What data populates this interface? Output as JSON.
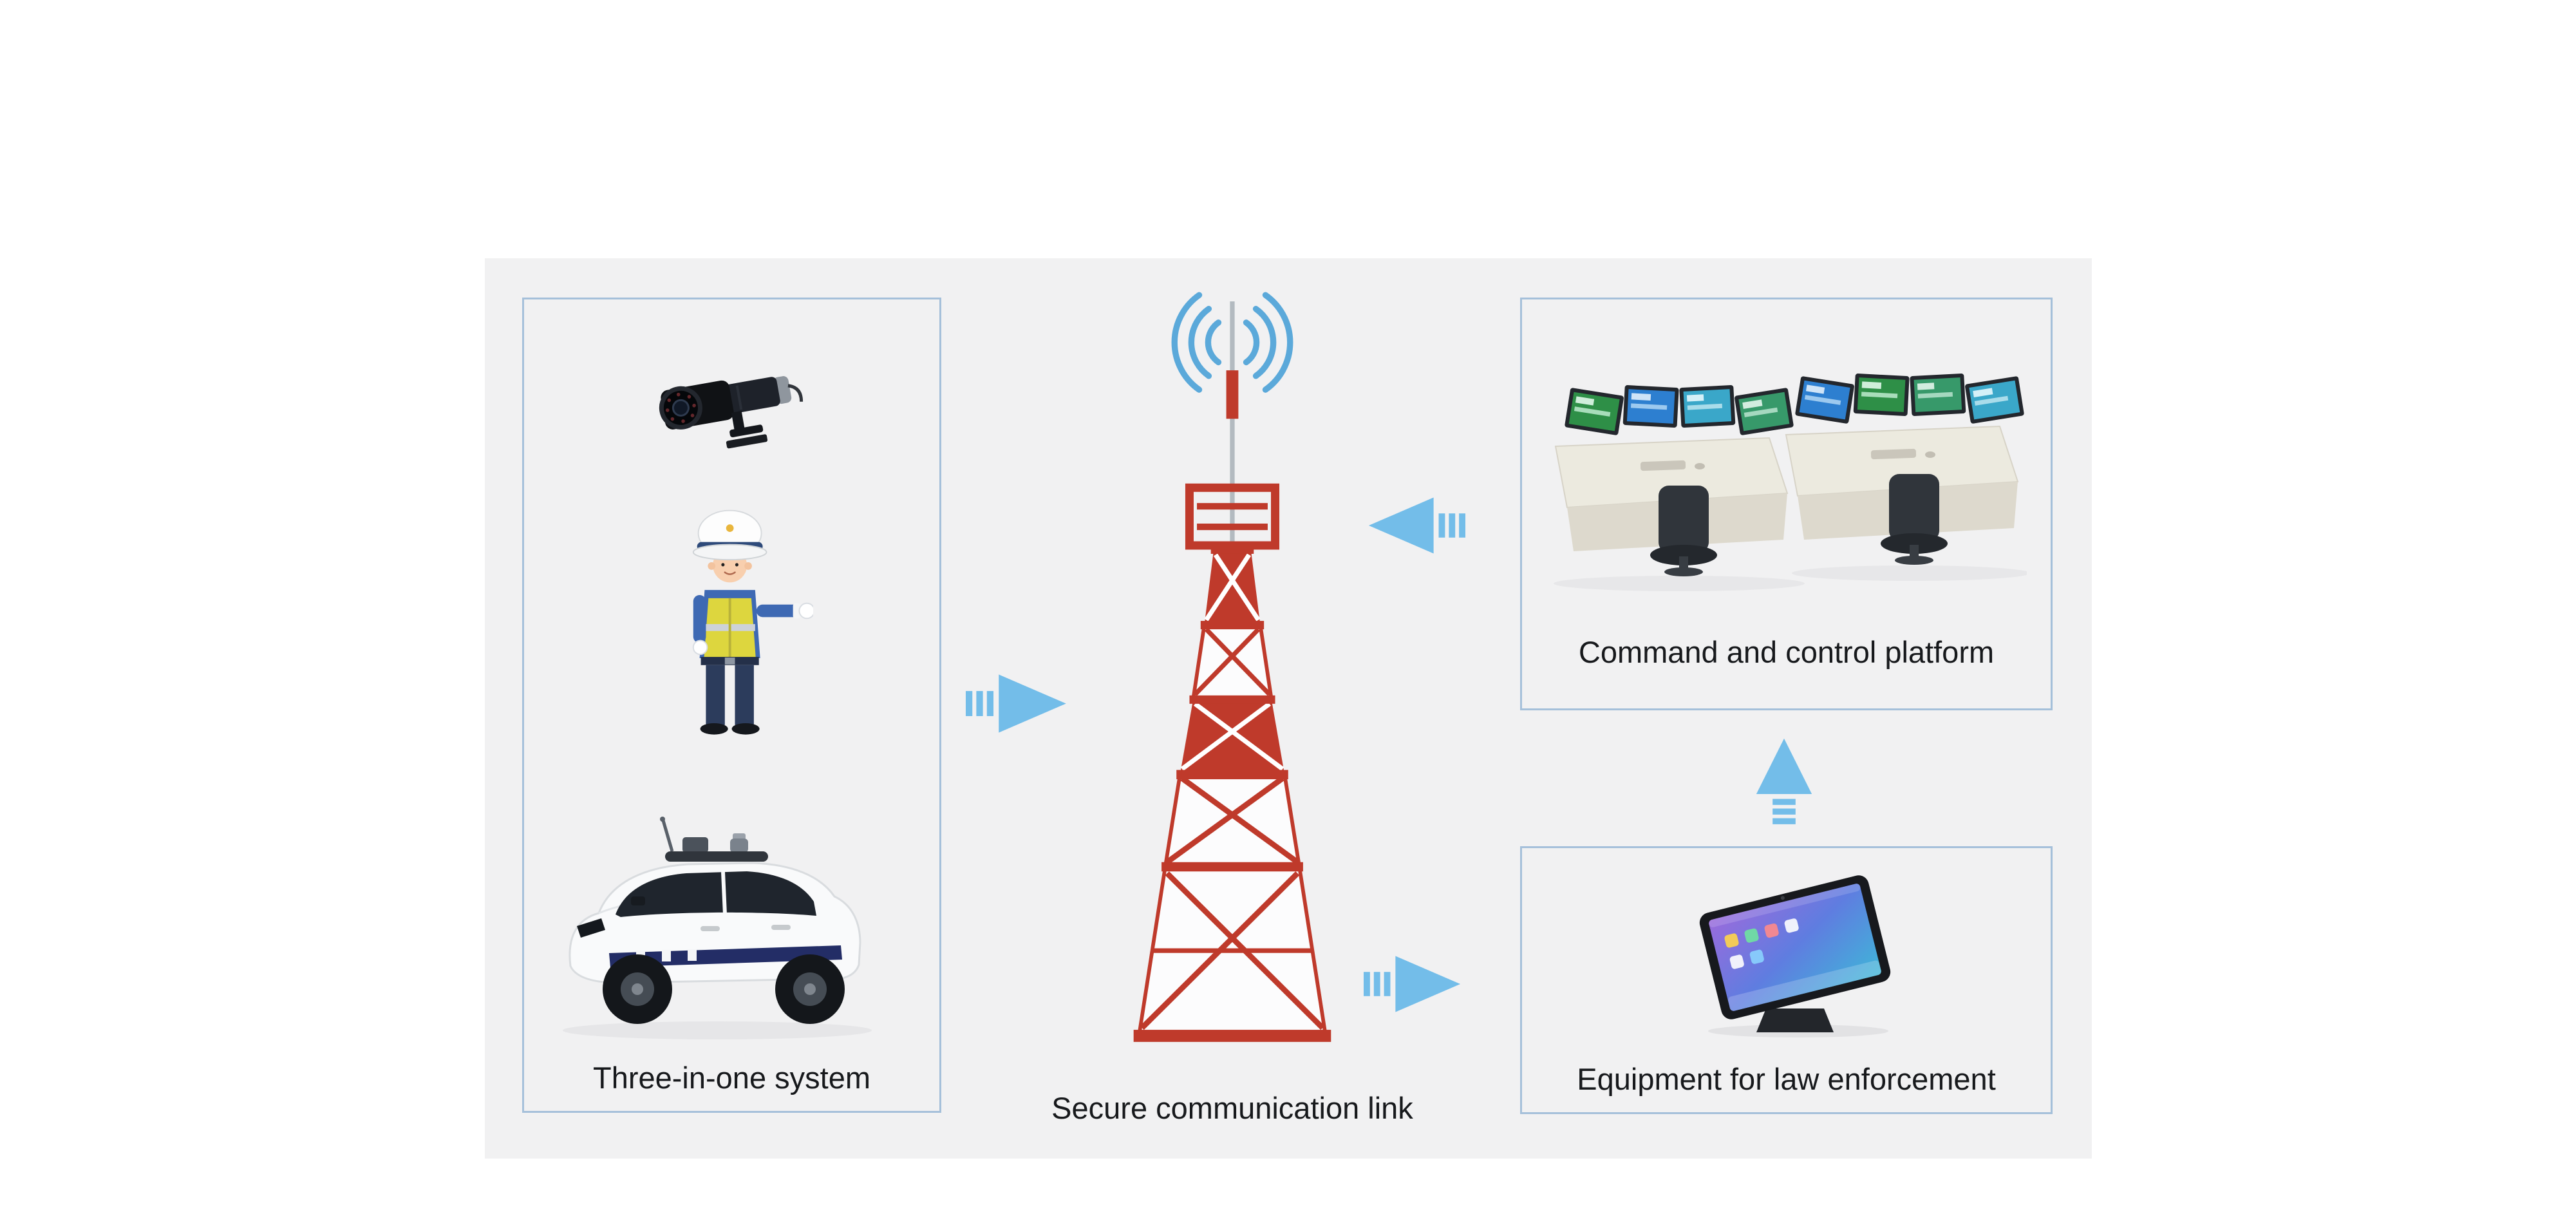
{
  "title": "Traffic enforcement system architecture diagram",
  "colors": {
    "canvas_bg": "#ffffff",
    "panel_bg": "#f1f1f2",
    "box_border": "#a5c0da",
    "arrow_blue": "#73bde9",
    "tower_red": "#bf3a2b",
    "signal_blue": "#5ba9da",
    "label_text": "#17191c"
  },
  "nodes": {
    "three_in_one": {
      "label": "Three-in-one system",
      "icons": [
        "cctv-camera",
        "traffic-police-officer",
        "patrol-vehicle"
      ]
    },
    "secure_link": {
      "label": "Secure communication link",
      "icon": "lattice-radio-tower-with-signal-waves"
    },
    "command_platform": {
      "label": "Command and control platform",
      "icon": "control-room-workstations"
    },
    "law_enforcement": {
      "label": "Equipment for law enforcement",
      "icon": "handheld-tablet"
    }
  },
  "arrows": [
    {
      "id": "three-in-one-to-tower",
      "direction": "right",
      "style": "striped"
    },
    {
      "id": "command-platform-to-tower",
      "direction": "left",
      "style": "striped"
    },
    {
      "id": "tower-to-law-enforcement",
      "direction": "right",
      "style": "striped"
    },
    {
      "id": "law-enforcement-to-command-platform",
      "direction": "up",
      "style": "striped"
    }
  ]
}
